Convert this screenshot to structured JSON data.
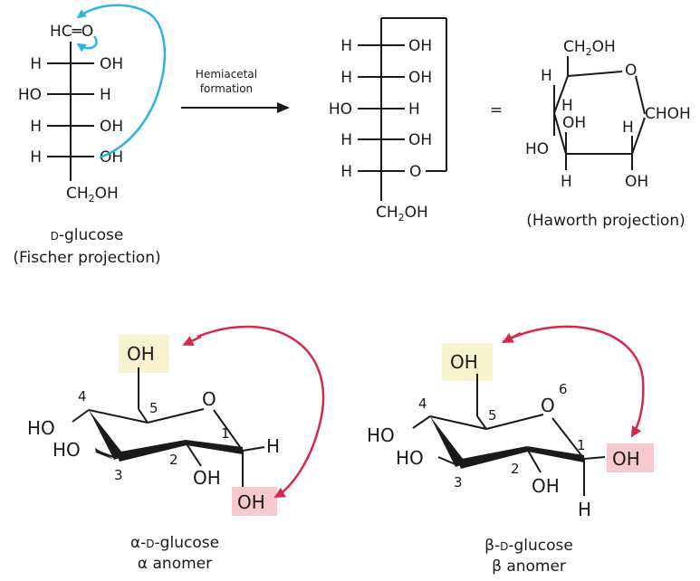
{
  "colors": {
    "ink": "#1a1a1a",
    "cyan_arrow": "#2bb3e6",
    "red_arrow": "#d6284c",
    "highlight_yellow": "#f7f3cf",
    "highlight_pink": "#f6c9ce"
  },
  "fischer": {
    "aldehyde": "HC═O",
    "rows": [
      {
        "left": "H",
        "right": "OH"
      },
      {
        "left": "HO",
        "right": "H"
      },
      {
        "left": "H",
        "right": "OH"
      },
      {
        "left": "H",
        "right": "OH"
      }
    ],
    "bottom": {
      "main": "CH",
      "sub": "2",
      "tail": "OH"
    },
    "caption_name_prefix": "D",
    "caption_name_suffix": "-glucose",
    "caption_projection": "(Fischer projection)"
  },
  "reaction": {
    "label_line1": "Hemiacetal",
    "label_line2": "formation"
  },
  "cyclic_fischer": {
    "rows": [
      {
        "left": "H",
        "right": "OH"
      },
      {
        "left": "H",
        "right": "OH"
      },
      {
        "left": "HO",
        "right": "H"
      },
      {
        "left": "H",
        "right": "OH"
      },
      {
        "left": "H",
        "right": "O"
      }
    ],
    "bottom": {
      "main": "CH",
      "sub": "2",
      "tail": "OH"
    }
  },
  "equals": "=",
  "haworth": {
    "top": {
      "main": "CH",
      "sub": "2",
      "tail": "OH"
    },
    "ring_o": "O",
    "c4_up": "H",
    "c4_down": "HO",
    "c3_up": "H",
    "c3_down_oh": "OH",
    "c3_h": "H",
    "c2_up": "H",
    "c2_down": "OH",
    "c1": "CHOH",
    "caption": "(Haworth projection)"
  },
  "alpha": {
    "ch2oh": "OH",
    "ring_o": "O",
    "c4_oh": "HO",
    "c3_oh": "HO",
    "c2_oh": "OH",
    "c1_h": "H",
    "c1_oh": "OH",
    "numbers": {
      "n1": "1",
      "n2": "2",
      "n3": "3",
      "n4": "4",
      "n5": "5"
    },
    "caption_line1_prefix": "α-",
    "caption_line1_d": "D",
    "caption_line1_suffix": "-glucose",
    "caption_line2": "α anomer"
  },
  "beta": {
    "ch2oh": "OH",
    "ring_o": "O",
    "c4_oh": "HO",
    "c3_oh": "HO",
    "c2_oh": "OH",
    "c1_h": "H",
    "c1_oh": "OH",
    "numbers": {
      "n1": "1",
      "n2": "2",
      "n3": "3",
      "n4": "4",
      "n5": "5",
      "n6": "6"
    },
    "caption_line1_prefix": "β-",
    "caption_line1_d": "D",
    "caption_line1_suffix": "-glucose",
    "caption_line2": "β anomer"
  }
}
